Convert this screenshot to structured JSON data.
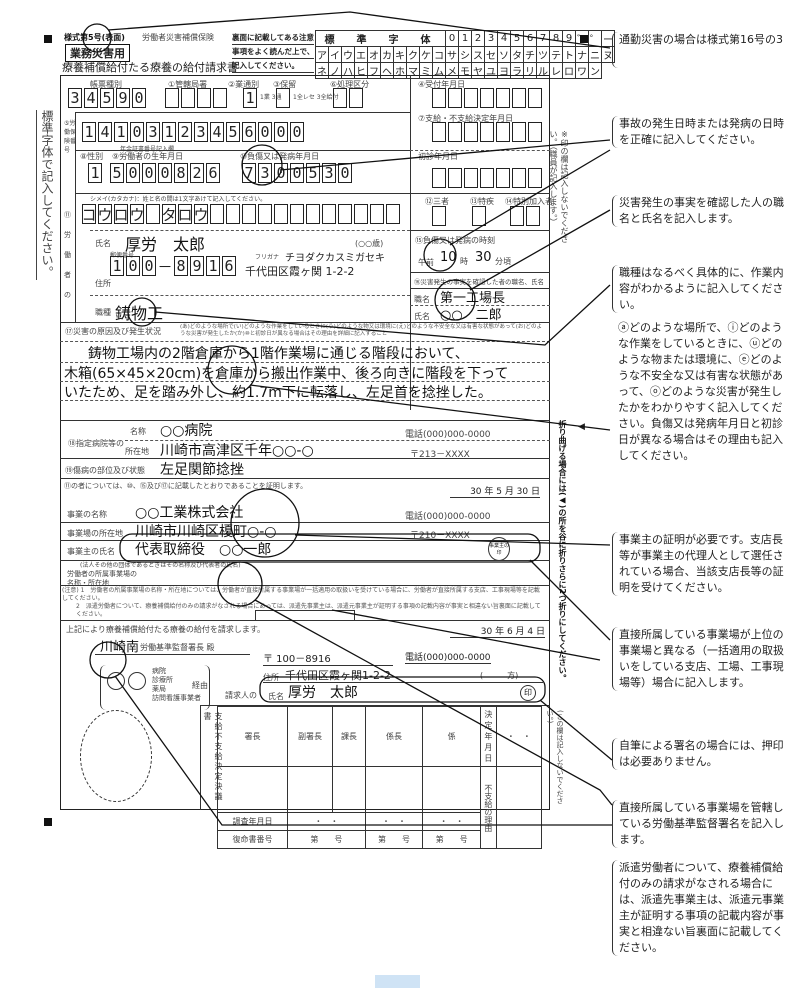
{
  "header": {
    "form_no": "様式第5号(表面)",
    "insurance": "労働者災害補償保険",
    "type_badge": "業務災害用",
    "title": "療養補償給付たる療養の給付請求書",
    "notice": [
      "裏面に記載してある注意",
      "事項をよく読んだ上で、",
      "記入してください。"
    ],
    "std_chars_label": "標　準　字　体",
    "std_chars_row1": [
      "0",
      "1",
      "2",
      "3",
      "4",
      "5",
      "6",
      "7",
      "8",
      "9",
      "゛",
      "゜",
      "ー"
    ],
    "std_chars_row2": [
      "ア",
      "イ",
      "ウ",
      "エ",
      "オ",
      "カ",
      "キ",
      "ク",
      "ケ",
      "コ",
      "サ",
      "シ",
      "ス",
      "セ",
      "ソ",
      "タ",
      "チ",
      "ツ",
      "テ",
      "ト",
      "ナ",
      "ニ",
      "ヌ"
    ],
    "std_chars_row3": [
      "ネ",
      "ノ",
      "ハ",
      "ヒ",
      "フ",
      "ヘ",
      "ホ",
      "マ",
      "ミ",
      "ム",
      "メ",
      "モ",
      "ヤ",
      "ユ",
      "ヨ",
      "ラ",
      "リ",
      "ル",
      "レ",
      "ロ",
      "ワ",
      "ン"
    ]
  },
  "side_note": "標準字体で記入してください。",
  "staff_note": "※印の欄は記入しないでください。（職員が記入します。）",
  "form": {
    "form_type_label": "帳票種別",
    "form_type": "34590",
    "office_label": "①管轄局署",
    "business_label": "②業通別",
    "business_value": "1",
    "business_opts": "1業 3通",
    "hold_label": "③保留",
    "hold_opts": "1全レセ 3全給付",
    "process_label": "⑥処理区分",
    "received_label": "④受付年月日",
    "decision_label": "⑦支給・不支給決定年月日",
    "first_visit_label": "初診年月日",
    "insurance_no_label": "⑤労働保険番号",
    "insurance_no": "14103123456000",
    "pension_label": "年金証書番号記入欄",
    "sex_label": "⑧性別",
    "sex": "1",
    "birth_label": "⑨労働者の生年月日",
    "birth": "5000826",
    "injury_date_label": "⑩負傷又は発病年月日",
    "injury_date": "7300530",
    "kana_label": "シメイ(カタカナ)：姓と名の間は1文字あけて記入してください。",
    "kana_name": "コウロウ　タロウ",
    "worker_label": "⑪労働者の",
    "name_label": "氏名",
    "name": "厚労　太郎",
    "age": "(○○歳)",
    "zip_label": "郵便番号",
    "zip": "100-8916",
    "furigana_label": "フリガナ",
    "furigana": "チヨダクカスミガセキ",
    "address_label": "住所",
    "address": "千代田区霞ヶ関 1-2-2",
    "job_label": "職種",
    "job": "鋳物工",
    "third_party_label": "⑫三者",
    "special_label": "⑬特疾",
    "special_join_label": "⑭特別加入者",
    "time_label": "⑮負傷又は発病の時刻",
    "time_ampm": "午前",
    "time_hour": "10",
    "time_min": "30",
    "time_unit_h": "時",
    "time_unit_m": "分頃",
    "witness_label": "⑯災害発生の事実を確認した者の職名、氏名",
    "witness_title_label": "職名",
    "witness_title": "第一工場長",
    "witness_name_label": "氏名",
    "witness_name": "○○　二郎",
    "cause_label": "⑰災害の原因及び発生状況",
    "cause_hint": "(あ)どのような場所で(い)どのような作業をしているときに(う)どのような物又は環境に(え)どのような不安全な又は有害な状態があって(お)どのような災害が発生したか(か)⑩と初診日が異なる場合はその理由を詳細に記入すること",
    "cause_lines": [
      "鋳物工場内の2階倉庫から1階作業場に通じる階段において、",
      "木箱(65×45×20cm)を倉庫から搬出作業中、後ろ向きに階段を下って",
      "いたため、足を踏み外し、約1.7m下に転落し、左足首を捻挫した。"
    ],
    "hospital_label": "⑱指定病院等の",
    "hospital_name_label": "名称",
    "hospital_name": "○○病院",
    "hospital_phone": "電話(000)000-0000",
    "hospital_addr_label": "所在地",
    "hospital_addr": "川崎市高津区千年○○-○",
    "hospital_zip": "〒213－XXXX",
    "injury_part_label": "⑲傷病の部位及び状態",
    "injury_part": "左足関節捻挫",
    "cert_text": "⑪の者については、⑩、⑮及び⑰に記載したとおりであることを証明します。",
    "cert_date": "30 年 5 月 30 日",
    "biz_name_label": "事業の名称",
    "biz_name": "○○工業株式会社",
    "biz_phone": "電話(000)000-0000",
    "biz_addr_label": "事業場の所在地",
    "biz_addr": "川崎市川崎区榎町○-○",
    "biz_zip": "〒210－XXXX",
    "owner_label": "事業主の氏名",
    "owner": "代表取締役　○○一郎",
    "owner_seal": "事業主の印",
    "corp_note": "(法人その他の団体であるときはその名称及び代表者の氏名)",
    "worker_office_label": "労働者の所属事業場の名称・所在地",
    "notes": [
      "(注意) 1　労働者の所属事業場の名称・所在地については、労働者が直接所属する事業場が一括適用の取扱いを受けている場合に、労働者が直接所属する支店、工事現場等を記載してください。",
      "2　派遣労働者について、療養補償給付のみの請求がなされる場合にあっては、派遣先事業主は、派遣元事業主が証明する事項の記載内容が事実と相違ない旨裏面に記載してください。"
    ],
    "claim_text": "上記により療養補償給付たる療養の給付を請求します。",
    "claim_date": "30 年 6 月 4 日",
    "office_name": "川崎南",
    "office_suffix": "労働基準監督署長 殿",
    "via_items": [
      "病院",
      "診療所",
      "薬局",
      "訪問看護事業者"
    ],
    "via_label": "経由",
    "claimant_zip": "〒 100－8916",
    "claimant_phone": "電話(000)000-0000",
    "claimant_label": "請求人の",
    "claimant_addr_label": "住所",
    "claimant_addr": "千代田区霞ヶ関1-2-2",
    "claimant_care": "(　　　方)",
    "claimant_name_label": "氏名",
    "claimant_name": "厚労　太郎",
    "seal": "印",
    "decision_title": "支給不支給決定決議書",
    "decision_cols": [
      "署長",
      "副署長",
      "課長",
      "係長",
      "係",
      "決定年月日"
    ],
    "decision_date": "・　・",
    "reason_label": "不支給の理由",
    "survey_label": "調査年月日",
    "survey_vals": [
      "・　・",
      "・　・",
      "・　・"
    ],
    "report_label": "復命書番号",
    "report_vals": [
      "第　　号",
      "第　　号",
      "第　　号"
    ],
    "no_fill_note": "(この欄は記入しないでください。)"
  },
  "fold_note": "折り曲げる場合には(◀)の所を谷に折りさらに2つ折りにしてください。",
  "fold_mark": "◀",
  "callouts": [
    "通勤災害の場合は様式第16号の3",
    "事故の発生日時または発病の日時を正確に記入してください。",
    "災害発生の事実を確認した人の職名と氏名を記入します。",
    "職種はなるべく具体的に、作業内容がわかるように記入してください。",
    "ⓐどのような場所で、ⓘどのような作業をしているときに、ⓤどのような物または環境に、ⓔどのような不安全な又は有害な状態があって、ⓞどのような災害が発生したかをわかりやすく記入してください。負傷又は発病年月日と初診日が異なる場合はその理由も記入してください。",
    "事業主の証明が必要です。支店長等が事業主の代理人として選任されている場合、当該支店長等の証明を受けてください。",
    "直接所属している事業場が上位の事業場と異なる（一括適用の取扱いをしている支店、工場、工事現場等）場合に記入します。",
    "自筆による署名の場合には、押印は必要ありません。",
    "直接所属している事業場を管轄している労働基準監督署名を記入します。",
    "派遣労働者について、療養補償給付のみの請求がなされる場合には、派遣先事業主は、派遣元事業主が証明する事項の記載内容が事実と相違ない旨裏面に記載してください。"
  ]
}
